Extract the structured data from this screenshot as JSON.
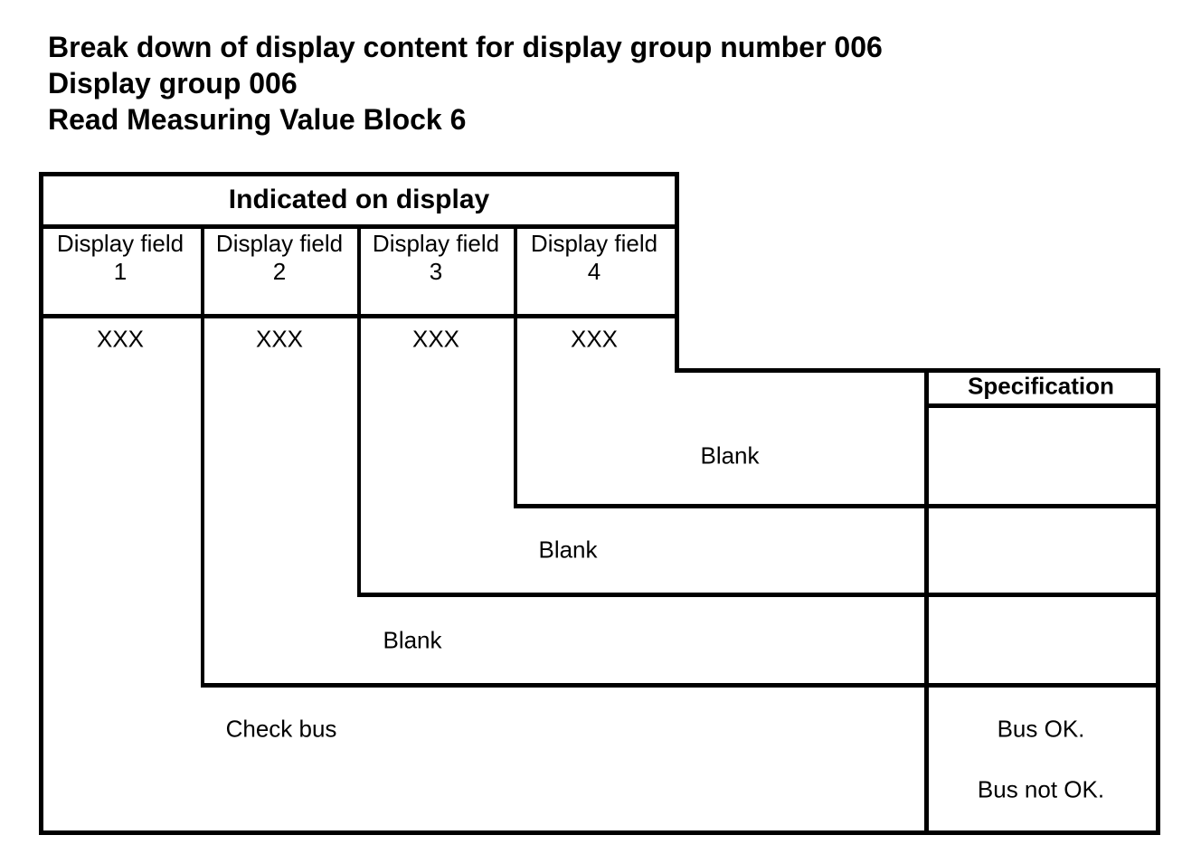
{
  "colors": {
    "background": "#ffffff",
    "line": "#000000",
    "text": "#000000"
  },
  "title_lines": [
    "Break down of display content for display group number 006",
    "Display group 006",
    "Read Measuring Value Block 6"
  ],
  "display_table": {
    "header": "Indicated on display",
    "fields": [
      {
        "label": "Display field",
        "number": "1",
        "value": "XXX"
      },
      {
        "label": "Display field",
        "number": "2",
        "value": "XXX"
      },
      {
        "label": "Display field",
        "number": "3",
        "value": "XXX"
      },
      {
        "label": "Display field",
        "number": "4",
        "value": "XXX"
      }
    ]
  },
  "rows": [
    {
      "display": "Blank",
      "spec": ""
    },
    {
      "display": "Blank",
      "spec": ""
    },
    {
      "display": "Blank",
      "spec": ""
    },
    {
      "display": "Check bus",
      "spec_lines": [
        "Bus OK.",
        "Bus not OK."
      ]
    }
  ],
  "specification": {
    "header": "Specification"
  }
}
